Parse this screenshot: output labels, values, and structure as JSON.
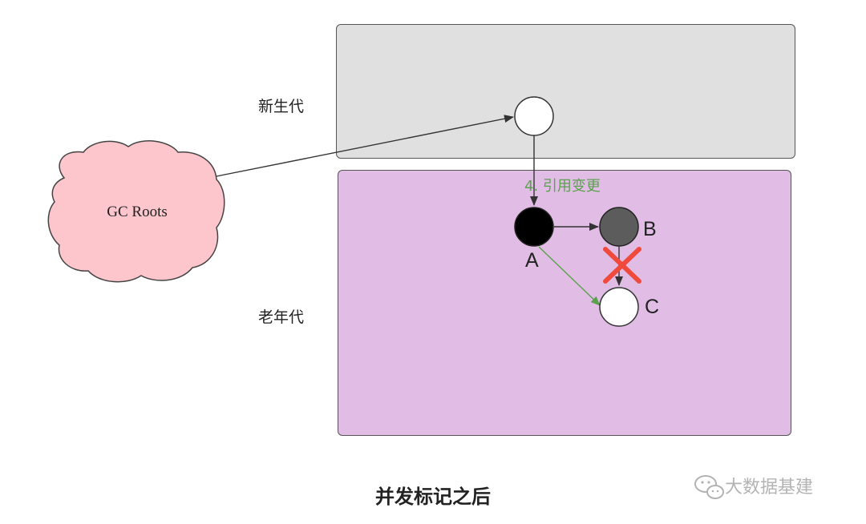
{
  "diagram": {
    "regions": {
      "young_gen": {
        "label": "新生代",
        "fill": "#e0e0e0"
      },
      "old_gen": {
        "label": "老年代",
        "fill": "#e1bde6"
      }
    },
    "gc_roots": {
      "label": "GC Roots",
      "fill": "#fdc6cc"
    },
    "nodes": {
      "young_object": {
        "label": "",
        "color": "white"
      },
      "a": {
        "label": "A",
        "color": "black"
      },
      "b": {
        "label": "B",
        "color": "gray"
      },
      "c": {
        "label": "C",
        "color": "white"
      }
    },
    "edges": [
      {
        "from": "GC Roots",
        "to": "young_object",
        "style": "solid"
      },
      {
        "from": "young_object",
        "to": "A",
        "style": "solid"
      },
      {
        "from": "A",
        "to": "B",
        "style": "solid"
      },
      {
        "from": "B",
        "to": "C",
        "style": "removed"
      },
      {
        "from": "A",
        "to": "C",
        "style": "new",
        "color": "#5aa14e"
      }
    ],
    "change_label": "4. 引用变更",
    "caption": "并发标记之后",
    "watermark": "大数据基建",
    "colors": {
      "new_edge": "#5aa14e",
      "removed_mark": "#f04a3c"
    }
  }
}
